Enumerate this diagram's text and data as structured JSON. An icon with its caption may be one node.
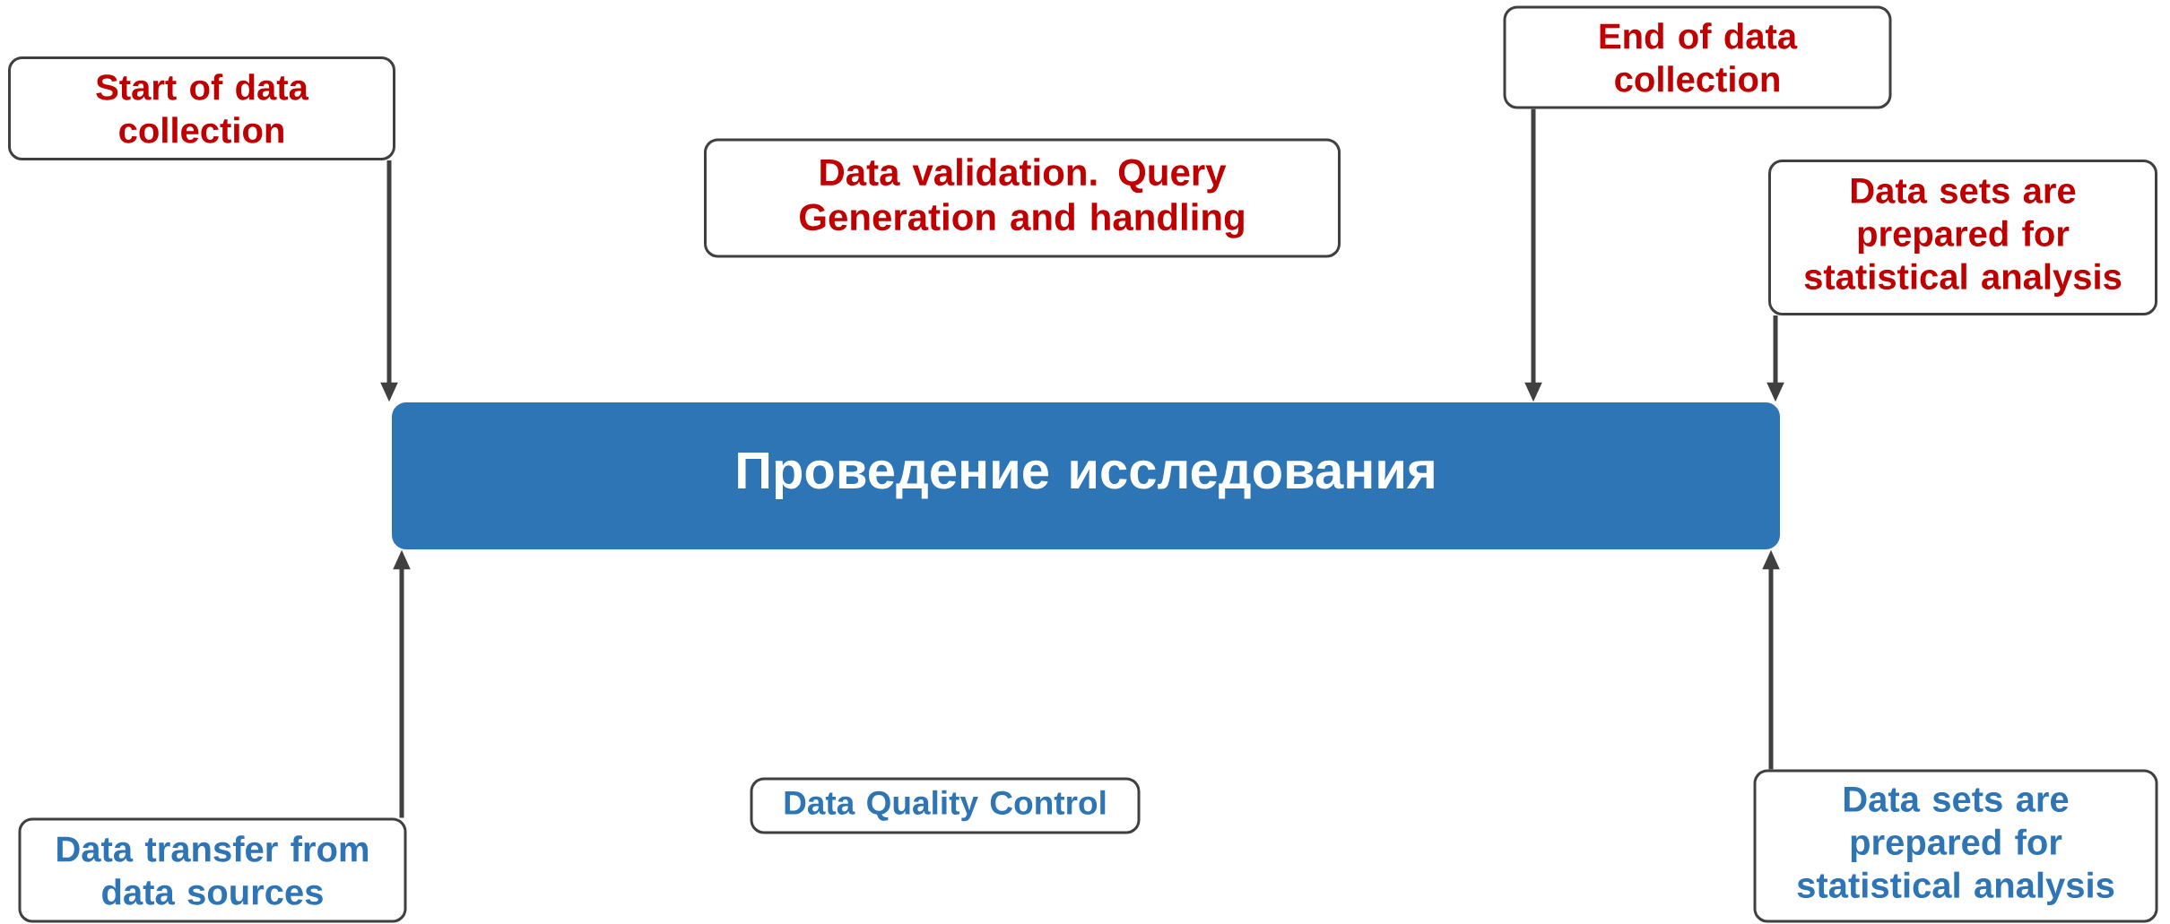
{
  "diagram": {
    "nodes": [
      {
        "text": [
          "Start of data collection"
        ]
      },
      {
        "text": [
          "Data validation. Query Generation and handling"
        ]
      },
      {
        "text": [
          "End of data collection"
        ]
      },
      {
        "text": [
          "Data sets are prepared for statistical analysis"
        ]
      },
      {
        "text": [
          "Проведение исследования"
        ]
      },
      {
        "text": [
          "Data transfer from data sources"
        ]
      },
      {
        "text": [
          "Data Quality Control"
        ]
      },
      {
        "text": [
          "Data sets are prepared for statistical analysis"
        ]
      }
    ],
    "edges": [
      {
        "from": 0,
        "to": 4,
        "arrow": "to"
      },
      {
        "from": 2,
        "to": 4,
        "arrow": "to"
      },
      {
        "from": 3,
        "to": 4,
        "arrow": "to"
      },
      {
        "from": 5,
        "to": 4,
        "arrow": "to"
      },
      {
        "from": 7,
        "to": 4,
        "arrow": "to"
      }
    ]
  }
}
